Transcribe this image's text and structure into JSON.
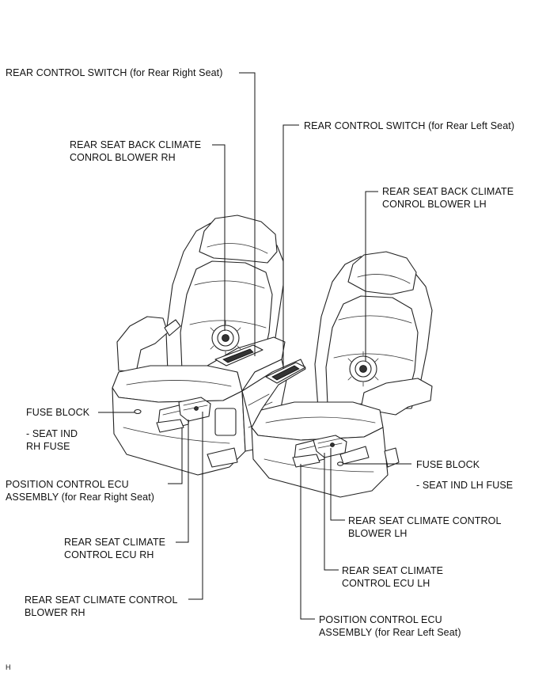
{
  "labels": {
    "rear_control_switch_right": "REAR CONTROL SWITCH (for Rear Right Seat)",
    "rear_control_switch_left": "REAR CONTROL SWITCH (for Rear Left Seat)",
    "blower_rh_line1": "REAR SEAT BACK CLIMATE",
    "blower_rh_line2": "CONROL BLOWER RH",
    "blower_lh_line1": "REAR SEAT BACK CLIMATE",
    "blower_lh_line2": "CONROL BLOWER LH",
    "fuse_block_rh": "FUSE BLOCK",
    "seat_ind_rh_line1": "- SEAT IND",
    "seat_ind_rh_line2": "RH FUSE",
    "pos_ecu_right_line1": "POSITION CONTROL ECU",
    "pos_ecu_right_line2": "ASSEMBLY (for Rear Right Seat)",
    "climate_ecu_rh_line1": "REAR SEAT CLIMATE",
    "climate_ecu_rh_line2": "CONTROL ECU RH",
    "climate_blower_rh_line1": "REAR SEAT CLIMATE CONTROL",
    "climate_blower_rh_line2": "BLOWER RH",
    "fuse_block_lh": "FUSE BLOCK",
    "seat_ind_lh": "- SEAT IND LH FUSE",
    "climate_blower_lh_line1": "REAR SEAT CLIMATE CONTROL",
    "climate_blower_lh_line2": "BLOWER LH",
    "climate_ecu_lh_line1": "REAR SEAT CLIMATE",
    "climate_ecu_lh_line2": "CONTROL ECU LH",
    "pos_ecu_left_line1": "POSITION CONTROL ECU",
    "pos_ecu_left_line2": "ASSEMBLY (for Rear Left Seat)",
    "corner_mark": "H"
  }
}
